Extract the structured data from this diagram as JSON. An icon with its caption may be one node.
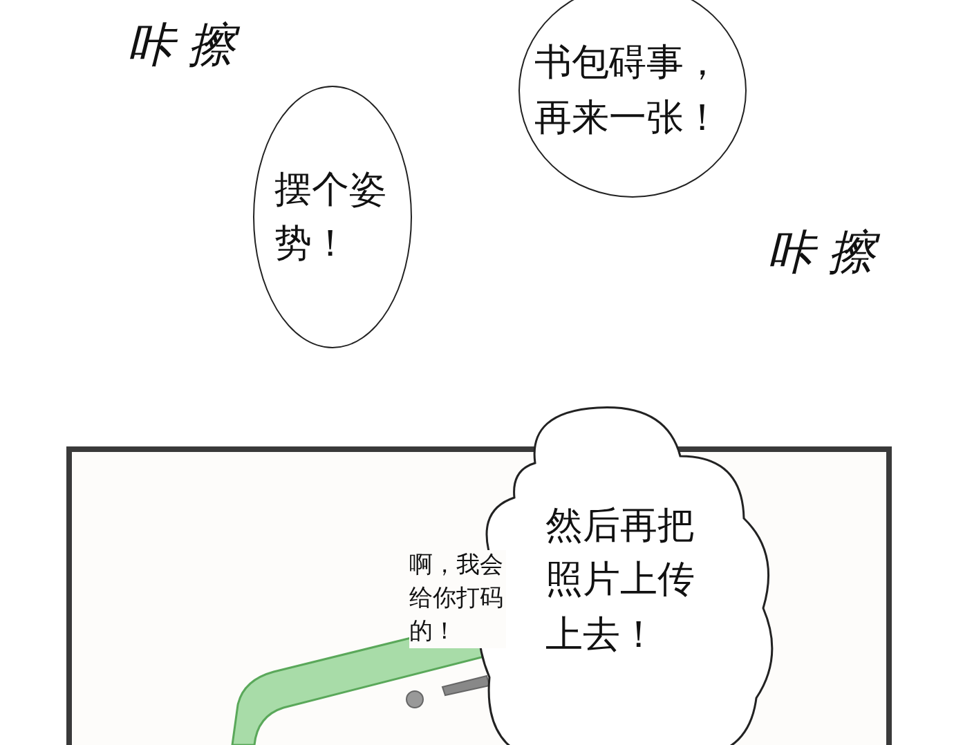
{
  "diagram": {
    "nodes": [
      {
        "text": [
          "书包碍事，再来一张！"
        ]
      },
      {
        "text": [
          "摆个姿势！"
        ]
      },
      {
        "text": [
          "然后再把照片上传上去！"
        ]
      }
    ],
    "labels": [
      "咔擦",
      "咔擦",
      "啊，我会给你打码的！"
    ]
  }
}
